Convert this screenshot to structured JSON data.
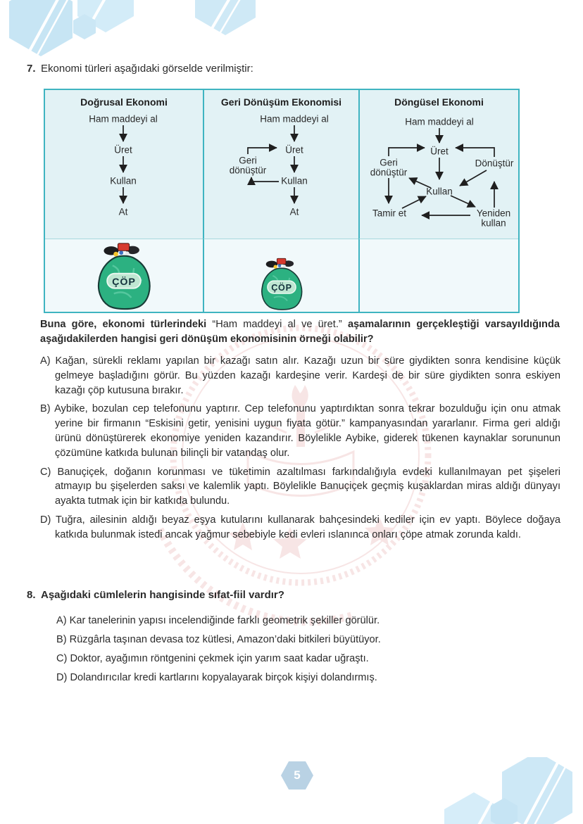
{
  "colors": {
    "table_border_teal": "#3fb4c1",
    "table_cell_bg": "#e2f2f5",
    "table_band_bg": "#f1f9fb",
    "bag_green": "#2cb181",
    "hexagon_blue": "#cde8f6",
    "page_number_hex_blue": "#b9d2e4",
    "watermark_pink": "#eec6c6",
    "text_dark": "#2b2b2b"
  },
  "page": {
    "number": "5"
  },
  "q7": {
    "number": "7.",
    "intro": "Ekonomi türleri aşağıdaki görselde verilmiştir:",
    "table": {
      "trash_label": "ÇÖP",
      "diagrams": {
        "linear": {
          "title": "Doğrusal Ekonomi",
          "n1": "Ham maddeyi al",
          "n2": "Üret",
          "n3": "Kullan",
          "n4": "At"
        },
        "recycle": {
          "title": "Geri Dönüşüm Ekonomisi",
          "n1": "Ham maddeyi al",
          "n2": "Üret",
          "n3": "Kullan",
          "n4": "At",
          "loop1": "Geri",
          "loop2": "dönüştür"
        },
        "circular": {
          "title": "Döngüsel Ekonomi",
          "n1": "Ham maddeyi al",
          "n2": "Üret",
          "left1": "Geri",
          "left2": "dönüştür",
          "right": "Dönüştür",
          "center": "Kullan",
          "bottom_left": "Tamir et",
          "bottom_right1": "Yeniden",
          "bottom_right2": "kullan"
        }
      }
    },
    "stem": {
      "b1": "Buna göre, ekonomi türlerindeki",
      "quote": "“Ham maddeyi al ve üret.”",
      "b2": "aşamalarının gerçekleştiği varsayıldığında aşağıdakilerden hangisi geri dönüşüm ekonomisinin örneği olabilir?"
    },
    "options": [
      {
        "label": "A)",
        "text": "Kağan, sürekli reklamı yapılan bir kazağı satın alır. Kazağı uzun bir süre giydikten sonra kendisine küçük gelmeye başladığını görür. Bu yüzden kazağı kardeşine verir. Kardeşi de bir süre giydikten sonra eskiyen kazağı çöp kutusuna bırakır."
      },
      {
        "label": "B)",
        "text": "Aybike, bozulan cep telefonunu yaptırır. Cep telefonunu yaptırdıktan sonra tekrar bozulduğu için onu atmak yerine bir firmanın “Eskisini getir, yenisini uygun fiyata götür.” kampanyasından yararlanır. Firma geri aldığı ürünü dönüştürerek ekonomiye yeniden kazandırır. Böylelikle Aybike, giderek tükenen kaynaklar sorununun çözümüne katkıda bulunan bilinçli bir vatandaş olur."
      },
      {
        "label": "C)",
        "text": "Banuçiçek, doğanın korunması ve tüketimin azaltılması farkındalığıyla evdeki kullanılmayan pet şişeleri atmayıp bu şişelerden saksı ve kalemlik yaptı. Böylelikle Banuçiçek geçmiş kuşaklardan miras aldığı dünyayı ayakta tutmak için bir katkıda bulundu."
      },
      {
        "label": "D)",
        "text": "Tuğra, ailesinin aldığı beyaz eşya kutularını kullanarak bahçesindeki kediler için ev yaptı. Böylece doğaya katkıda bulunmak istedi ancak yağmur sebebiyle kedi evleri ıslanınca onları çöpe atmak zorunda kaldı."
      }
    ]
  },
  "q8": {
    "number": "8.",
    "stem": "Aşağıdaki cümlelerin hangisinde sıfat-fiil vardır?",
    "options": [
      {
        "label": "A)",
        "text": "Kar tanelerinin yapısı incelendiğinde farklı geometrik şekiller görülür."
      },
      {
        "label": "B)",
        "text": "Rüzgârla taşınan devasa toz kütlesi, Amazon’daki bitkileri büyütüyor."
      },
      {
        "label": "C)",
        "text": "Doktor, ayağımın röntgenini çekmek için yarım saat kadar uğraştı."
      },
      {
        "label": "D)",
        "text": "Dolandırıcılar kredi kartlarını kopyalayarak birçok kişiyi dolandırmış."
      }
    ]
  }
}
